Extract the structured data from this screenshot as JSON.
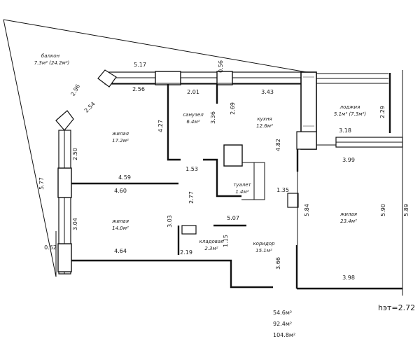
{
  "rooms": {
    "balcony": {
      "name": "балкон",
      "area": "7.3м² (24.2м²)"
    },
    "loggia": {
      "name": "лоджия",
      "area": "5.1м² (7.3м²)"
    },
    "living_top": {
      "name": "жилая",
      "area": "17.2м²"
    },
    "bathroom": {
      "name": "санузел",
      "area": "6.4м²"
    },
    "kitchen": {
      "name": "кухня",
      "area": "12.6м²"
    },
    "toilet": {
      "name": "туалет",
      "area": "1.4м²"
    },
    "living_mid": {
      "name": "жилая",
      "area": "14.0м²"
    },
    "pantry": {
      "name": "кладовая",
      "area": "2.3м²"
    },
    "corridor": {
      "name": "коридор",
      "area": "15.1м²"
    },
    "living_right": {
      "name": "жилая",
      "area": "23.4м²"
    }
  },
  "dimensions": {
    "d_517": "5.17",
    "d_056": "0.56",
    "d_296": "2.96",
    "d_254": "2.54",
    "d_256": "2.56",
    "d_201": "2.01",
    "d_343": "3.43",
    "d_229": "2.29",
    "d_427": "4.27",
    "d_336": "3.36",
    "d_269": "2.69",
    "d_318": "3.18",
    "d_482": "4.82",
    "d_399": "3.99",
    "d_250": "2.50",
    "d_153": "1.53",
    "d_577": "5.77",
    "d_459": "4.59",
    "d_460": "4.60",
    "d_277": "2.77",
    "d_135": "1.35",
    "d_584": "5.84",
    "d_590": "5.90",
    "d_589": "5.89",
    "d_304": "3.04",
    "d_303": "3.03",
    "d_507": "5.07",
    "d_115": "1.15",
    "d_062": "0.62",
    "d_464": "4.64",
    "d_219": "2.19",
    "d_366": "3.66",
    "d_398": "3.98"
  },
  "totals": {
    "living": "54.6м²",
    "useful": "92.4м²",
    "total": "104.8м²"
  },
  "floor_height": "hэт=2.72"
}
